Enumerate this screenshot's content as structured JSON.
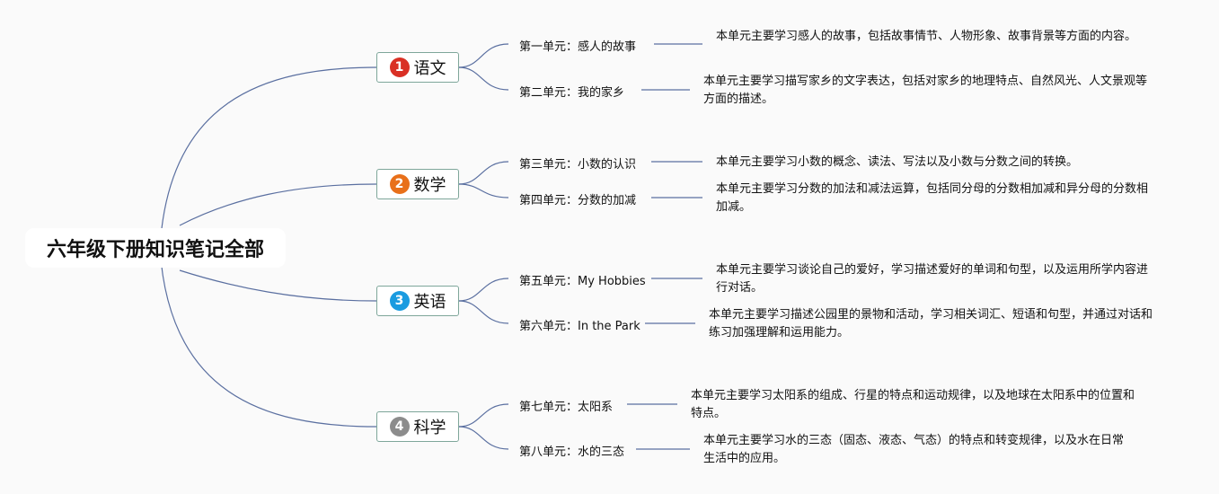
{
  "root": {
    "title": "六年级下册知识笔记全部"
  },
  "subjects": [
    {
      "number": "1",
      "name": "语文",
      "badge_color": "#d93025",
      "units": [
        {
          "title": "第一单元：感人的故事",
          "desc": "本单元主要学习感人的故事，包括故事情节、人物形象、故事背景等方面的内容。"
        },
        {
          "title": "第二单元：我的家乡",
          "desc": "本单元主要学习描写家乡的文字表达，包括对家乡的地理特点、自然风光、人文景观等方面的描述。"
        }
      ]
    },
    {
      "number": "2",
      "name": "数学",
      "badge_color": "#e8701a",
      "units": [
        {
          "title": "第三单元：小数的认识",
          "desc": "本单元主要学习小数的概念、读法、写法以及小数与分数之间的转换。"
        },
        {
          "title": "第四单元：分数的加减",
          "desc": "本单元主要学习分数的加法和减法运算，包括同分母的分数相加减和异分母的分数相加减。"
        }
      ]
    },
    {
      "number": "3",
      "name": "英语",
      "badge_color": "#1a9be0",
      "units": [
        {
          "title": "第五单元：My Hobbies",
          "desc": "本单元主要学习谈论自己的爱好，学习描述爱好的单词和句型，以及运用所学内容进行对话。"
        },
        {
          "title": "第六单元：In the Park",
          "desc": "本单元主要学习描述公园里的景物和活动，学习相关词汇、短语和句型，并通过对话和练习加强理解和运用能力。"
        }
      ]
    },
    {
      "number": "4",
      "name": "科学",
      "badge_color": "#8c8c8c",
      "units": [
        {
          "title": "第七单元：太阳系",
          "desc": "本单元主要学习太阳系的组成、行星的特点和运动规律，以及地球在太阳系中的位置和特点。"
        },
        {
          "title": "第八单元：水的三态",
          "desc": "本单元主要学习水的三态（固态、液态、气态）的特点和转变规律，以及水在日常生活中的应用。"
        }
      ]
    }
  ],
  "colors": {
    "branch_line": "#5a6fa0",
    "node_border": "#7ea69a",
    "background": "#fafafa"
  }
}
